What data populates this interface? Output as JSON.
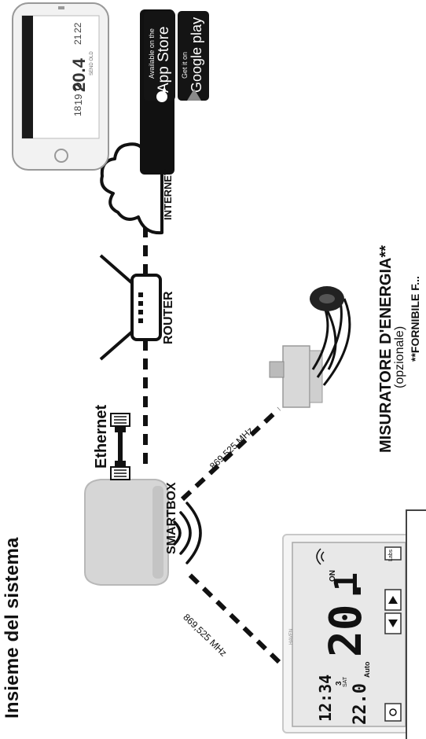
{
  "title": "Insieme del sistema",
  "nodes": {
    "smartbox": "SMARTBOX",
    "ethernet": "Ethernet",
    "router": "ROUTER",
    "internet": "INTERNET",
    "energy_meter": "MISURATORE D'ENERGIA**",
    "energy_meter_note": "(opzionale)"
  },
  "links": {
    "thermostat_freq": "869,525 MHz",
    "meter_freq": "869.525 MHz"
  },
  "thermostat": {
    "time": "12:34",
    "day": "3",
    "day_abbr": "SAT",
    "temp_main": "20.",
    "temp_decimal": "1",
    "setpoint": "22.0",
    "mode": "Auto",
    "power": "ON",
    "ok_label": "Labs",
    "brand": "HAVEN"
  },
  "phone": {
    "temps": [
      "18",
      "19",
      "20.4",
      "21",
      "22"
    ],
    "set_label": "SEND OLD"
  },
  "badges": {
    "app_store_small": "Available on the",
    "app_store": "App Store",
    "google_play_small": "Get it on",
    "google_play": "Google play"
  },
  "footnote": "**FORNIBILE F..."
}
